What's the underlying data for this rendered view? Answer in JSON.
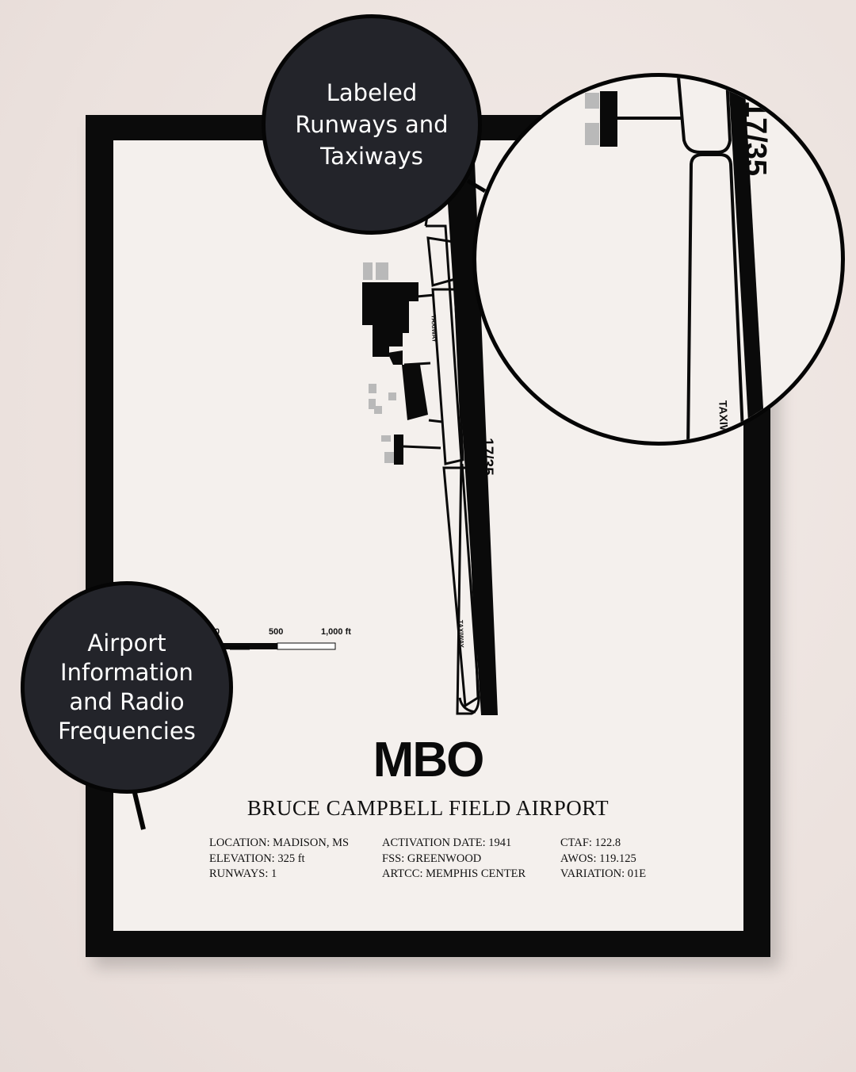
{
  "poster": {
    "code": "MBO",
    "airport_name": "BRUCE CAMPBELL FIELD AIRPORT",
    "info_columns": [
      [
        "LOCATION: MADISON, MS",
        "ELEVATION: 325 ft",
        "RUNWAYS: 1"
      ],
      [
        "ACTIVATION DATE: 1941",
        "FSS: GREENWOOD",
        "ARTCC: MEMPHIS CENTER"
      ],
      [
        "CTAF: 122.8",
        "AWOS: 119.125",
        "VARIATION: 01E"
      ]
    ]
  },
  "map": {
    "runway_label": "17/35",
    "taxiway_label": "TAXIWAY",
    "scale": {
      "labels": [
        "0",
        "500",
        "1,000 ft"
      ]
    }
  },
  "callouts": {
    "top": "Labeled\nRunways and\nTaxiways",
    "left": "Airport\nInformation\nand Radio\nFrequencies"
  },
  "zoom": {
    "runway_label": "17/35",
    "taxiway_label": "TAXIW"
  },
  "colors": {
    "wall": "#efe6e2",
    "frame": "#0b0b0b",
    "paper": "#f4f0ed",
    "badge": "#23242a",
    "ink": "#0a0a0a",
    "building_gray": "#b9b9b9"
  }
}
